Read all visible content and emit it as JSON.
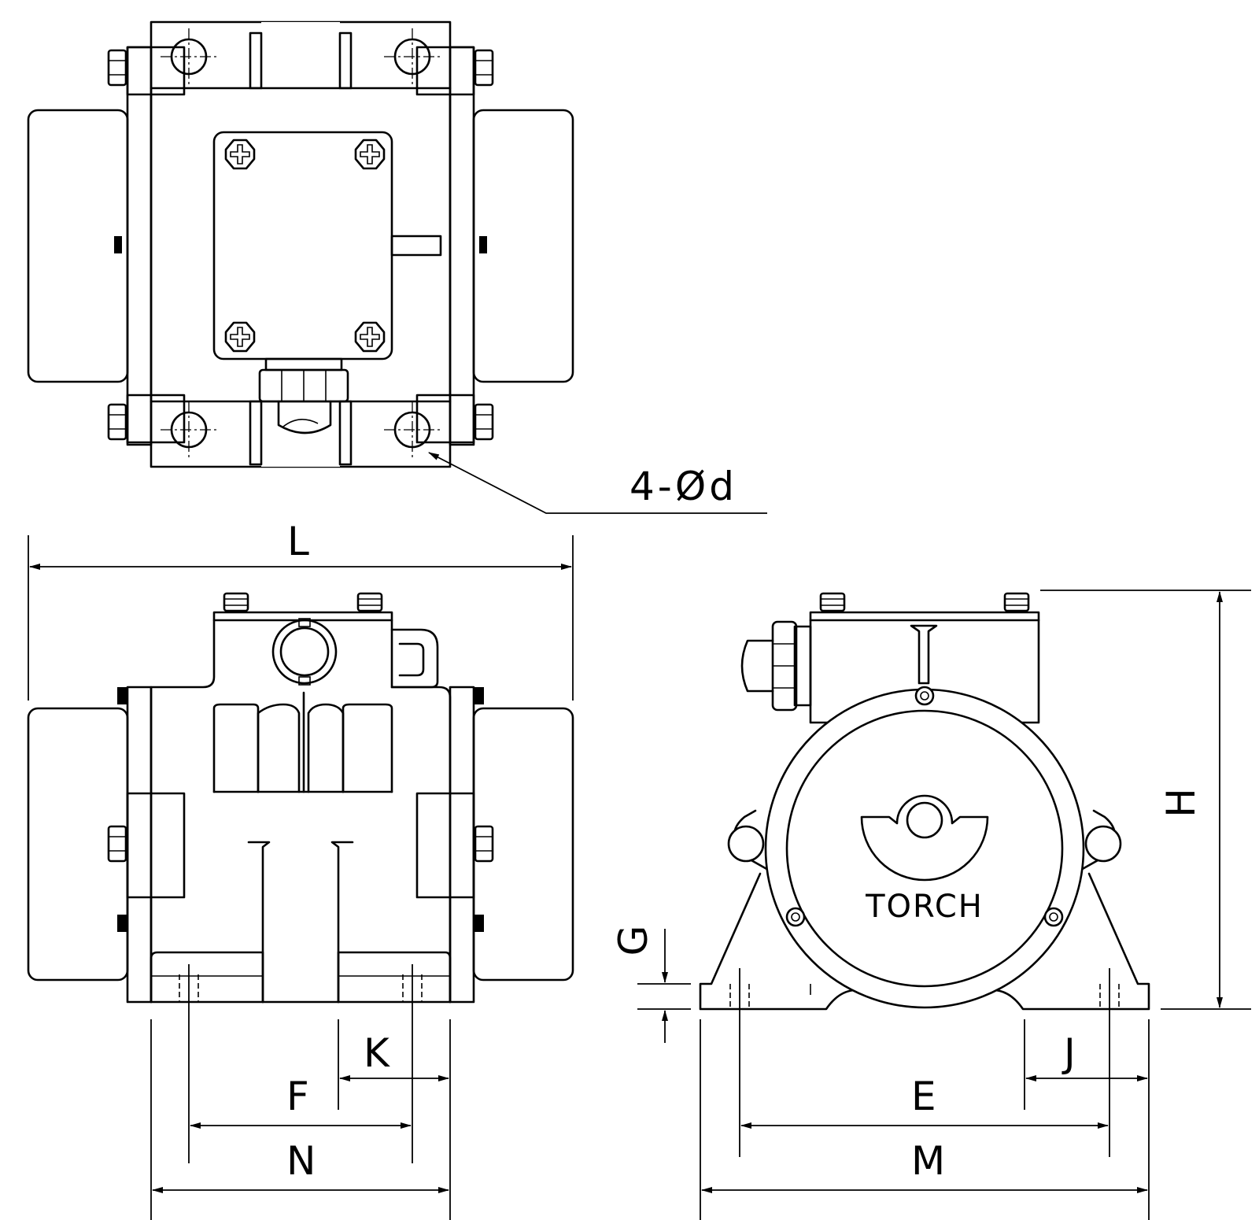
{
  "labels": {
    "hole_callout": "4-Ød",
    "length": "L",
    "height": "H",
    "foot_thickness": "G",
    "hole_offset_k": "K",
    "hole_offset_j": "J",
    "hole_spacing_f": "F",
    "hole_spacing_e": "E",
    "base_width_n": "N",
    "base_width_m": "M",
    "brand": "TORCH"
  }
}
